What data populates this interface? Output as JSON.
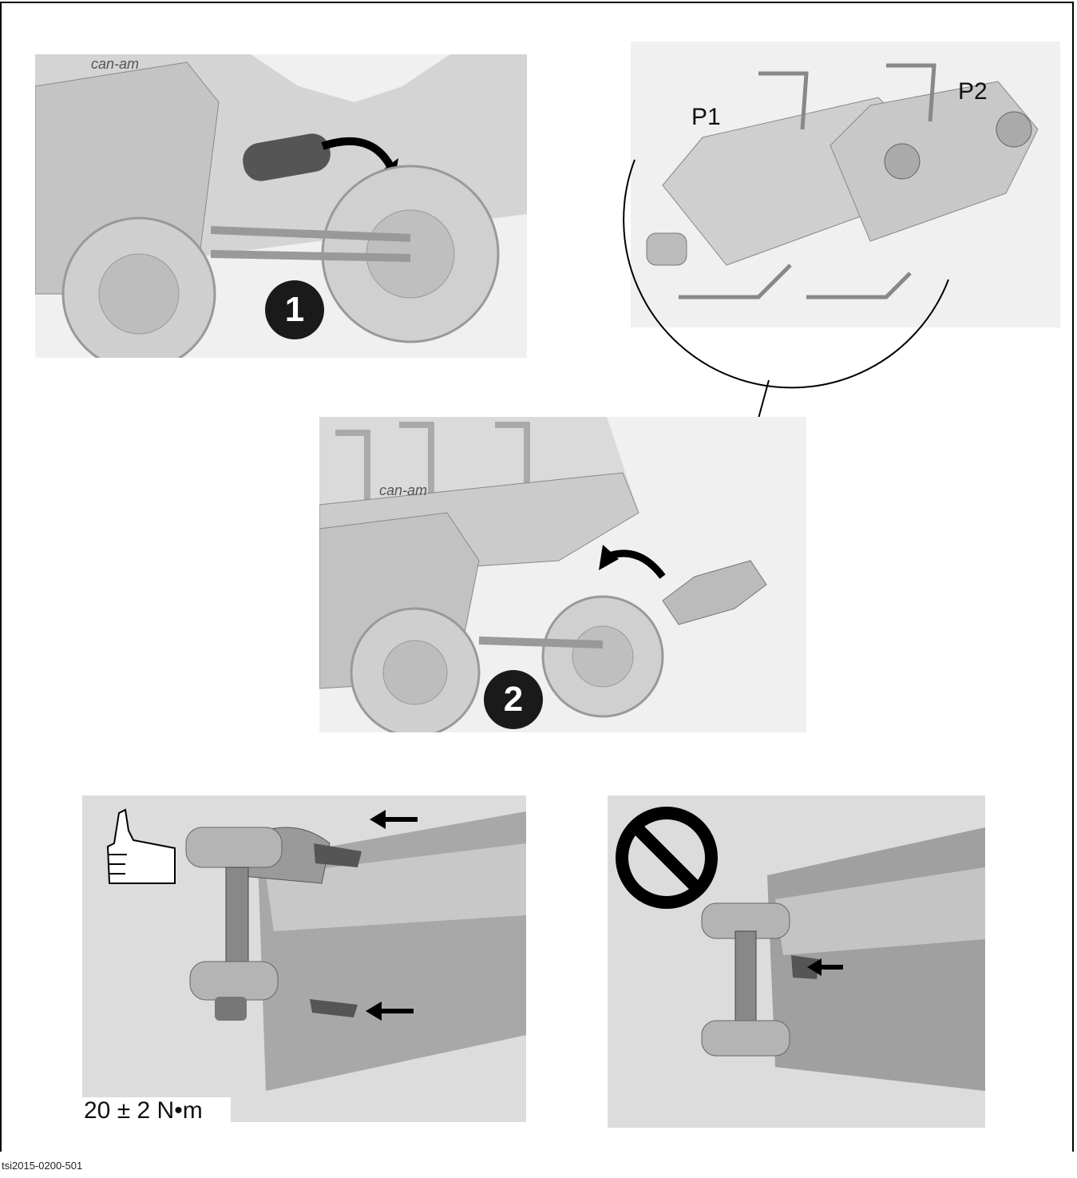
{
  "steps": [
    {
      "number": "1",
      "name": "remove-muffler"
    },
    {
      "number": "2",
      "name": "install-muffler"
    }
  ],
  "detail_labels": {
    "p1": "P1",
    "p2": "P2"
  },
  "brand_text": "can-am",
  "torque_label": "20 ± 2 N•m",
  "figure_code": "tsi2015-0200-501",
  "icons": {
    "correct": "thumbs-up-icon",
    "incorrect": "prohibited-icon"
  },
  "colors": {
    "badge": "#1a1a1a",
    "panel": "#ececec",
    "line": "#000000"
  }
}
